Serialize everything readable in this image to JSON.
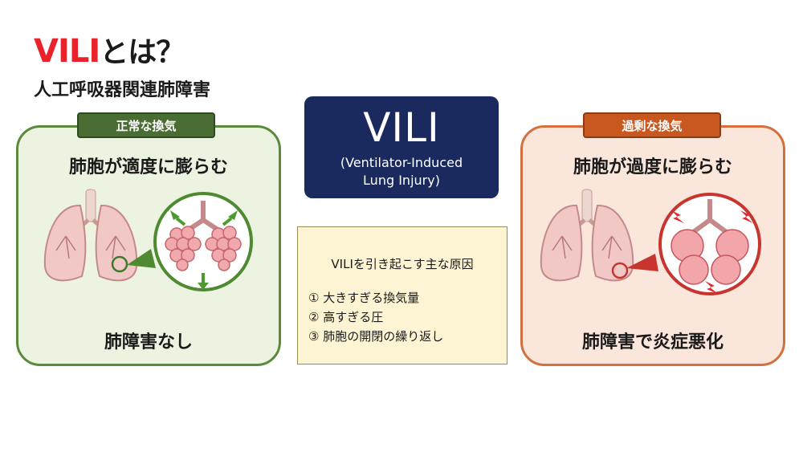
{
  "header": {
    "title_main": "VILI",
    "title_suffix": "とは？",
    "subtitle": "人工呼吸器関連肺障害"
  },
  "left_panel": {
    "tag": "正常な換気",
    "heading": "肺胞が適度に膨らむ",
    "footer": "肺障害なし"
  },
  "center": {
    "abbr": "VILI",
    "full_line1": "(Ventilator-Induced",
    "full_line2": "Lung Injury)",
    "causes_title": "VILIを引き起こす主な原因",
    "causes": [
      "① 大きすぎる換気量",
      "② 高すぎる圧",
      "③ 肺胞の開閉の繰り返し"
    ]
  },
  "right_panel": {
    "tag": "過剰な換気",
    "heading": "肺胞が過度に膨らむ",
    "footer": "肺障害で炎症悪化"
  },
  "colors": {
    "accent_red": "#e8232b",
    "navy": "#1a2a5e",
    "normal_green": "#4a6d33",
    "excess_orange": "#c8581f",
    "alveoli_pink": "#e59ea6"
  }
}
